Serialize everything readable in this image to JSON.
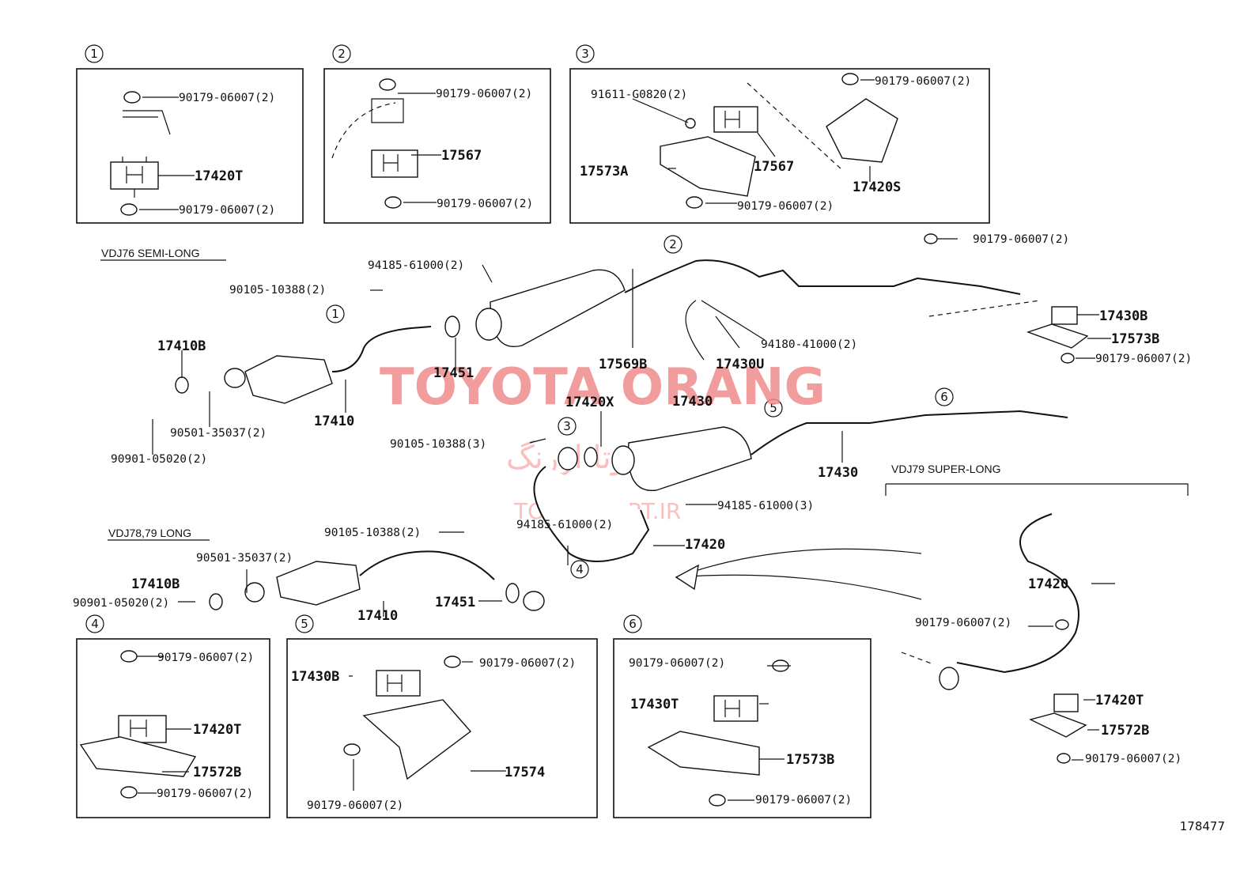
{
  "callouts": {
    "c1": "90179-06007(2)",
    "c2": "17420T",
    "c3": "90179-06007(2)",
    "c4": "90179-06007(2)",
    "c5": "17567",
    "c6": "90179-06007(2)",
    "c7": "91611-G0820(2)",
    "c8": "90179-06007(2)",
    "c9": "17573A",
    "c10": "17567",
    "c11": "17420S",
    "c12": "90179-06007(2)",
    "c13": "94185-61000(2)",
    "c14": "90105-10388(2)",
    "c15": "17410B",
    "c16": "17451",
    "c17": "17569B",
    "c18": "17430U",
    "c19": "94180-41000(2)",
    "c20": "90179-06007(2)",
    "c21": "17430B",
    "c22": "17573B",
    "c23": "90179-06007(2)",
    "c24": "17410",
    "c25": "90501-35037(2)",
    "c26": "90901-05020(2)",
    "c27": "17420X",
    "c28": "17430",
    "c29": "90105-10388(3)",
    "c30": "17430",
    "c31": "94185-61000(3)",
    "c32": "94185-61000(2)",
    "c33": "17420",
    "c34": "90105-10388(2)",
    "c35": "90501-35037(2)",
    "c36": "17410B",
    "c37": "90901-05020(2)",
    "c38": "17451",
    "c39": "17410",
    "c40": "17420",
    "c41": "90179-06007(2)",
    "c42": "17420T",
    "c43": "17572B",
    "c44": "90179-06007(2)",
    "c45": "90179-06007(2)",
    "c46": "17420T",
    "c47": "17572B",
    "c48": "90179-06007(2)",
    "c49": "17430B",
    "c50": "90179-06007(2)",
    "c51": "17574",
    "c52": "90179-06007(2)",
    "c53": "90179-06007(2)",
    "c54": "17430T",
    "c55": "17573B",
    "c56": "90179-06007(2)"
  },
  "variants": {
    "semi_long": "VDJ76 SEMI-LONG",
    "long": "VDJ78,79 LONG",
    "super_long": "VDJ79 SUPER-LONG"
  },
  "detail_numbers": [
    "1",
    "2",
    "3",
    "4",
    "5",
    "6"
  ],
  "diagram_id": "178477",
  "watermark": {
    "main": "TOYOTA ORANG",
    "persian": "تویوتا اورنگ",
    "site": "TOYOTAPART.IR"
  }
}
